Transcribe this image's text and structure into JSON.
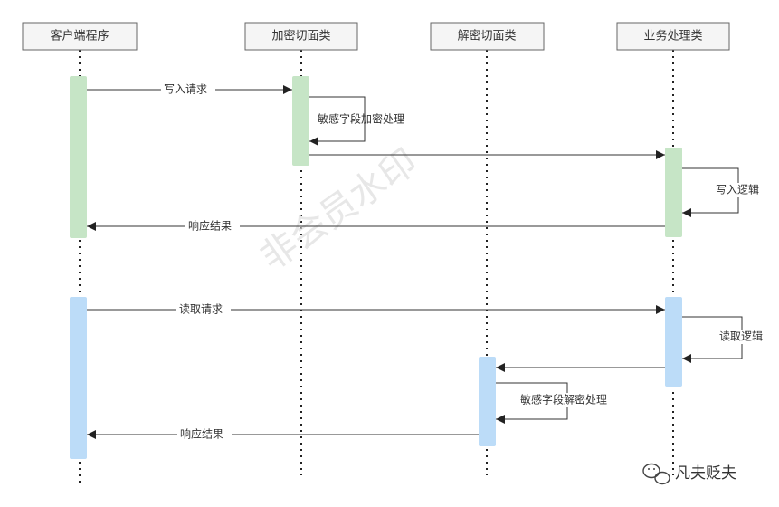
{
  "participants": [
    {
      "id": "client",
      "label": "客户端程序"
    },
    {
      "id": "encrypt",
      "label": "加密切面类"
    },
    {
      "id": "decrypt",
      "label": "解密切面类"
    },
    {
      "id": "business",
      "label": "业务处理类"
    }
  ],
  "messages": [
    {
      "id": "write-request",
      "label": "写入请求"
    },
    {
      "id": "encrypt-fields",
      "label": "敏感字段加密处理"
    },
    {
      "id": "write-logic",
      "label": "写入逻辑"
    },
    {
      "id": "write-response",
      "label": "响应结果"
    },
    {
      "id": "read-request",
      "label": "读取请求"
    },
    {
      "id": "read-logic",
      "label": "读取逻辑"
    },
    {
      "id": "decrypt-fields",
      "label": "敏感字段解密处理"
    },
    {
      "id": "read-response",
      "label": "响应结果"
    }
  ],
  "watermark": "非会员水印",
  "footer": {
    "account": "凡夫贬夫",
    "icon": "wechat-icon"
  },
  "colors": {
    "write_phase": "#c6e5c6",
    "read_phase": "#bcdcf8",
    "line": "#333333"
  }
}
